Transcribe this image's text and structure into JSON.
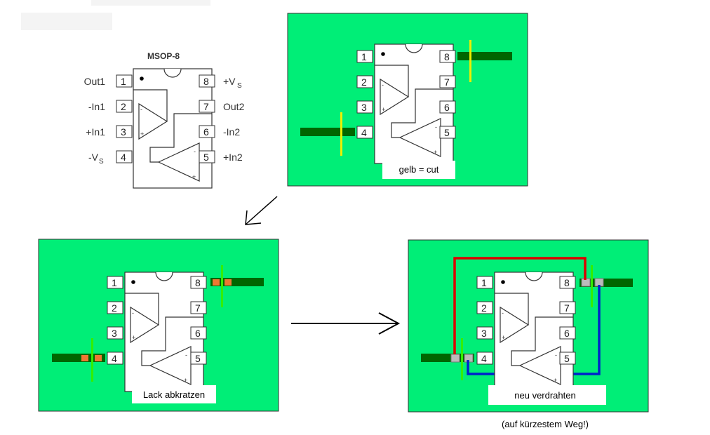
{
  "diagram": {
    "package_title": "MSOP-8",
    "left_pin_names": [
      "Out1",
      "-In1",
      "+In1",
      "-V"
    ],
    "right_pin_names": [
      "+V",
      "Out2",
      "-In2",
      "+In2"
    ],
    "supply_subscript": "S",
    "pin_numbers": [
      "1",
      "2",
      "3",
      "4",
      "5",
      "6",
      "7",
      "8"
    ],
    "captions": {
      "cut": "gelb = cut",
      "scrape": "Lack abkratzen",
      "rewire": "neu verdrahten",
      "note": "(auf kürzestem Weg!)"
    },
    "colors": {
      "board": "#00ee77",
      "trace": "#006600",
      "cut_mark_yellow": "#eeee00",
      "cut_mark_green": "#33ee00",
      "pad_exposed": "#ee7733",
      "pad_tinned": "#bbbbbb",
      "wire_red": "#dd0000",
      "wire_blue": "#0022cc"
    }
  }
}
